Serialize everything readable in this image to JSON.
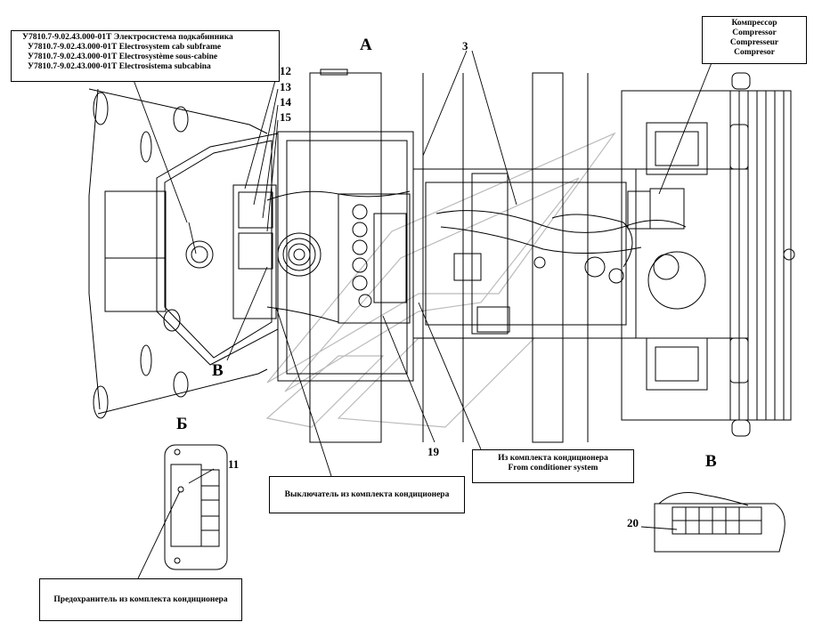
{
  "electro_box": {
    "lines": [
      "У7810.7-9.02.43.000-01Т  Электросистема  подкабинника",
      "У7810.7-9.02.43.000-01Т  Electrosystem cab subframe",
      "У7810.7-9.02.43.000-01Т  Electrosystème sous-cabine",
      "У7810.7-9.02.43.000-01Т  Electrosistema subcabina"
    ]
  },
  "compressor_box": {
    "lines": [
      "Компрессор",
      "Compressor",
      "Compresseur",
      "Compresor"
    ]
  },
  "conditioner_box": {
    "lines": [
      "Из комплекта кондиционера",
      "From conditioner system"
    ]
  },
  "switch_box": {
    "text": "Выключатель из комплекта кондиционера"
  },
  "fuse_box": {
    "text": "Предохранитель из комплекта кондиционера"
  },
  "view_labels": {
    "a": "А",
    "b": "Б",
    "v_main": "В",
    "v_detail": "В"
  },
  "callouts": {
    "n3": "3",
    "n11": "11",
    "n12": "12",
    "n13": "13",
    "n14": "14",
    "n15": "15",
    "n19": "19",
    "n20": "20"
  }
}
